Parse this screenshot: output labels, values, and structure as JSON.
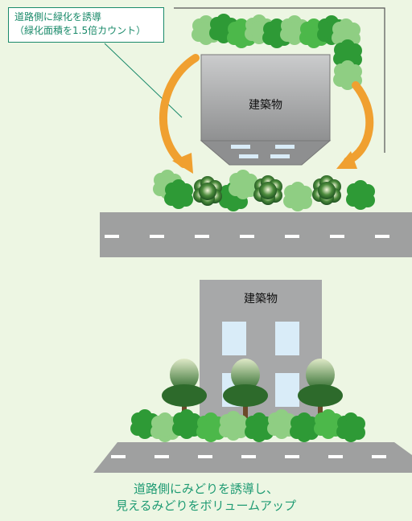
{
  "callout": {
    "line1": "道路側に緑化を誘導",
    "line2": "（緑化面積を1.5倍カウント）"
  },
  "building_top_label": "建築物",
  "building_bottom_label": "建築物",
  "caption": {
    "line1": "道路側にみどりを誘導し、",
    "line2": "見えるみどりをボリュームアップ"
  },
  "colors": {
    "background": "#edf6e3",
    "accent_text": "#1f9b73",
    "arrow": "#f0a030",
    "road": "#9fa0a0",
    "building": "#a7a8a9",
    "shrub_dark": "#2e9a36",
    "shrub_light": "#8fce83"
  }
}
